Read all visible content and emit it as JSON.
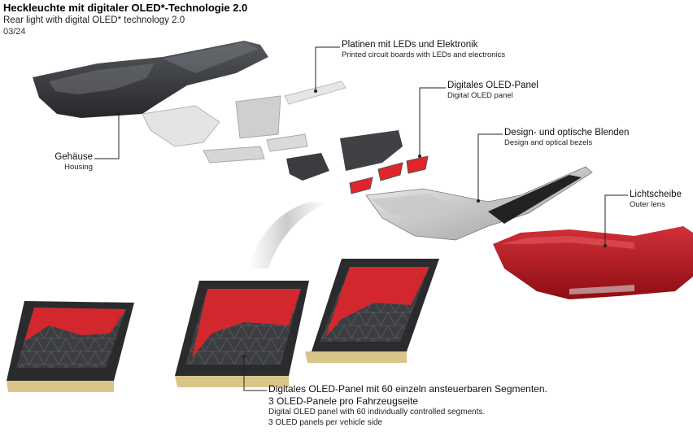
{
  "header": {
    "title": "Heckleuchte mit digitaler OLED*-Technologie 2.0",
    "subtitle": "Rear light with digital OLED* technology 2.0",
    "date": "03/24"
  },
  "callouts": {
    "platinen": {
      "de": "Platinen mit LEDs und Elektronik",
      "en": "Printed circuit boards with LEDs and electronics"
    },
    "oled_panel": {
      "de": "Digitales OLED-Panel",
      "en": "Digital OLED panel"
    },
    "blenden": {
      "de": "Design- und optische Blenden",
      "en": "Design and optical bezels"
    },
    "gehaeuse": {
      "de": "Gehäuse",
      "en": "Housing"
    },
    "lichtscheibe": {
      "de": "Lichtscheibe",
      "en": "Outer lens"
    },
    "bottom": {
      "de_line1": "Digitales OLED-Panel mit 60 einzeln ansteuerbaren Segmenten.",
      "de_line2": "3 OLED-Panele pro Fahrzeugseite",
      "en_line1": "Digital OLED panel with 60 individually controlled segments.",
      "en_line2": "3 OLED panels per vehicle side"
    }
  },
  "colors": {
    "housing": "#3a3c40",
    "board": "#e2e2e2",
    "oled_red": "#e0252b",
    "oled_dark": "#3b3d40",
    "lens_red": "#b0151c",
    "gold": "#d9c48a",
    "leader": "#222222"
  }
}
